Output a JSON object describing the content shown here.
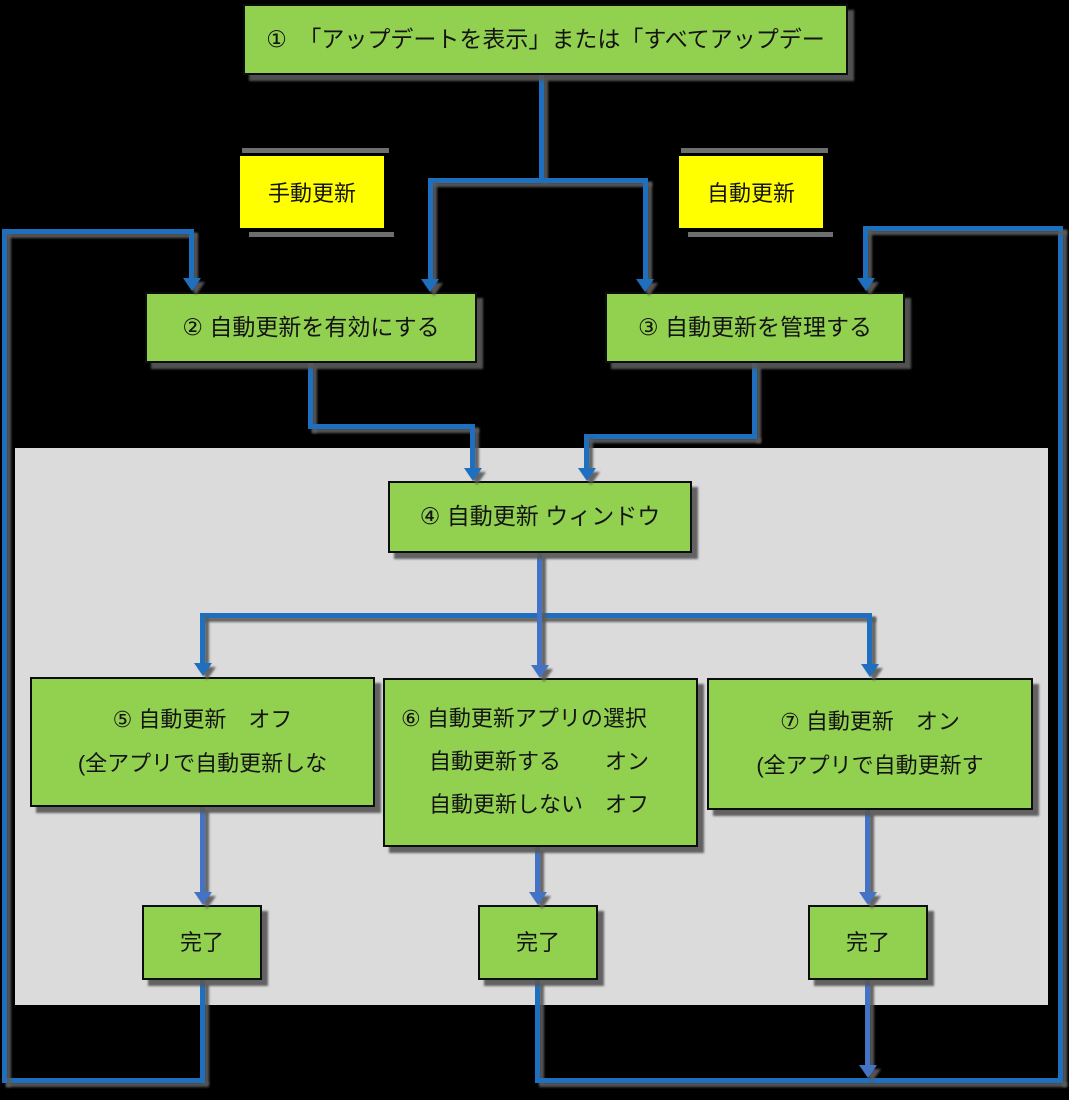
{
  "diagram": {
    "nodes": {
      "step1": {
        "label": "①　「アップデートを表示」または「すべてアップデー"
      },
      "step2": {
        "label": "② 自動更新を有効にする"
      },
      "step3": {
        "label": "③ 自動更新を管理する"
      },
      "step4": {
        "label": "④ 自動更新 ウィンドウ"
      },
      "step5": {
        "line1": "⑤ 自動更新　オフ",
        "line2": "(全アプリで自動更新しな"
      },
      "step6": {
        "line1": "⑥ 自動更新アプリの選択",
        "line2": "自動更新する　　オン",
        "line3": "自動更新しない　オフ"
      },
      "step7": {
        "line1": "⑦ 自動更新　オン",
        "line2": "(全アプリで自動更新す"
      },
      "done1": {
        "label": "完了"
      },
      "done2": {
        "label": "完了"
      },
      "done3": {
        "label": "完了"
      }
    },
    "branch_labels": {
      "manual": {
        "label": "手動更新"
      },
      "auto": {
        "label": "自動更新"
      }
    },
    "colors": {
      "background": "#000000",
      "panel": "#DBDBDB",
      "node_fill": "#92D050",
      "node_border": "#0D0D0D",
      "branch_label_fill": "#FFFF00",
      "connector_primary": "#1E6FBD",
      "connector_secondary": "#4472C4",
      "shadow": "#5A5A5A"
    }
  }
}
